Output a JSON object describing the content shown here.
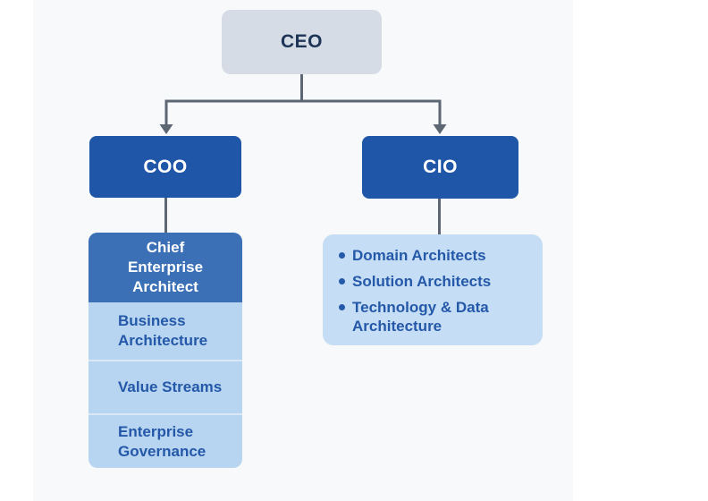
{
  "colors": {
    "page_bg": "#ffffff",
    "canvas_bg": "#f7f9fb",
    "ceo_fill": "#d6dce5",
    "ceo_text": "#1e3456",
    "exec_fill": "#2056a7",
    "exec_text": "#ffffff",
    "cea_fill": "#3c70b6",
    "cea_text": "#ffffff",
    "stack_fill": "#b7d4f0",
    "stack_divider": "#d9e7f7",
    "list_fill": "#c6def5",
    "blue_text": "#2458a8",
    "connector": "#5d6773"
  },
  "org_chart": {
    "root": {
      "label": "CEO"
    },
    "children": [
      {
        "label": "COO"
      },
      {
        "label": "CIO"
      }
    ],
    "coo_detail": {
      "header": "Chief Enterprise Architect",
      "rows": [
        "Business Architecture",
        "Value Streams",
        "Enterprise Governance"
      ]
    },
    "cio_detail": {
      "bullets": [
        "Domain Architects",
        "Solution Architects",
        "Technology & Data Architecture"
      ]
    }
  }
}
